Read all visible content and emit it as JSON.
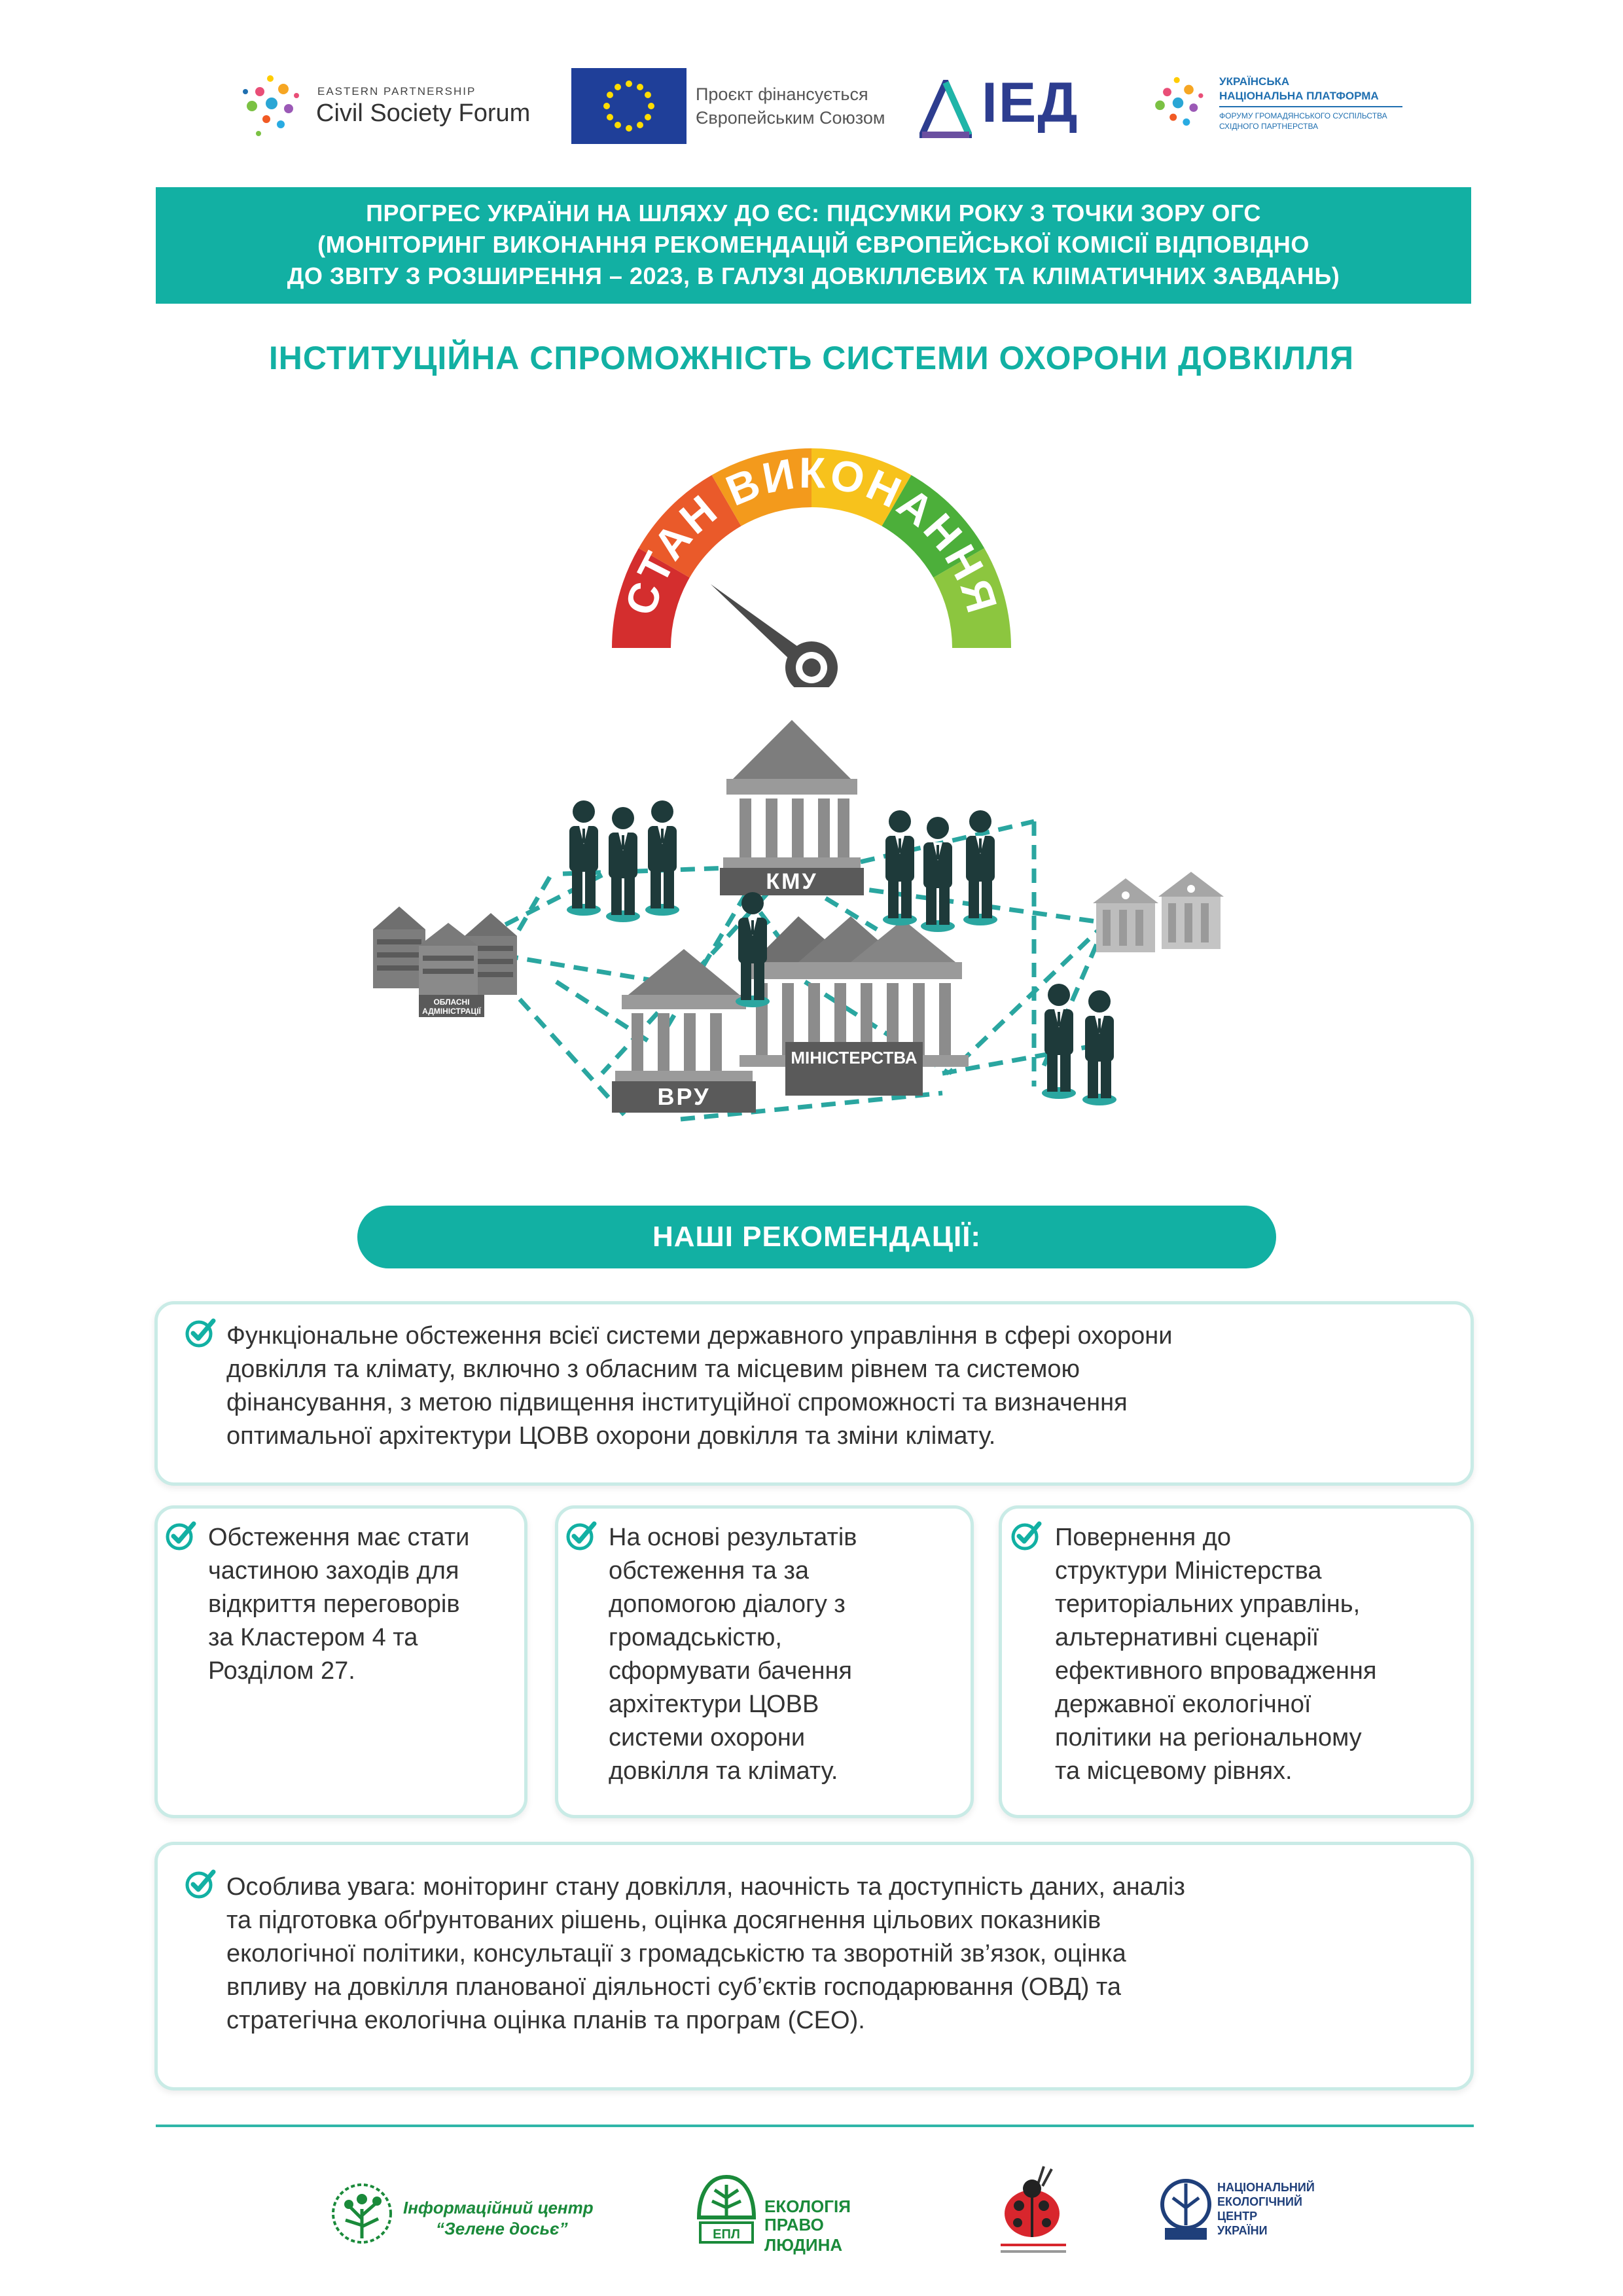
{
  "logos": {
    "csf_small": "EASTERN PARTNERSHIP",
    "csf_big": "Civil Society Forum",
    "eu_line1": "Проєкт фінансується",
    "eu_line2": "Європейським Союзом",
    "ied": "ІЕД",
    "unp_line1": "УКРАЇНСЬКА",
    "unp_line2": "НАЦІОНАЛЬНА ПЛАТФОРМА",
    "unp_line3": "ФОРУМУ ГРОМАДЯНСЬКОГО СУСПІЛЬСТВА",
    "unp_line4": "СХІДНОГО ПАРТНЕРСТВА"
  },
  "header": {
    "line1": "ПРОГРЕС УКРАЇНИ НА ШЛЯХУ ДО ЄС: ПІДСУМКИ РОКУ З ТОЧКИ ЗОРУ ОГС",
    "line2": "(МОНІТОРИНГ ВИКОНАННЯ РЕКОМЕНДАЦІЙ ЄВРОПЕЙСЬКОЇ КОМІСІЇ ВІДПОВІДНО",
    "line3": "ДО ЗВІТУ З РОЗШИРЕННЯ – 2023, В ГАЛУЗІ ДОВКІЛЛЄВИХ ТА КЛІМАТИЧНИХ ЗАВДАНЬ)"
  },
  "section_title": "ІНСТИТУЦІЙНА СПРОМОЖНІСТЬ СИСТЕМИ ОХОРОНИ ДОВКІЛЛЯ",
  "gauge": {
    "label": "СТАН ВИКОНАННЯ",
    "level_fraction": 0.22,
    "colors": [
      "#d42e2e",
      "#ea5a2a",
      "#f39a1c",
      "#f7c21c",
      "#4caf3a",
      "#8cc63f"
    ]
  },
  "diagram": {
    "kmu": "КМУ",
    "vru": "ВРУ",
    "ministries": "МІНІСТЕРСТВА",
    "oblast_line1": "ОБЛАСНІ",
    "oblast_line2": "АДМІНІСТРАЦІЇ"
  },
  "recommendations": {
    "title": "НАШІ РЕКОМЕНДАЦІЇ:",
    "card1": [
      "Функціональне обстеження всієї системи державного управління в сфері охорони",
      "довкілля та клімату, включно з обласним та місцевим рівнем та системою",
      "фінансування, з метою підвищення інституційної спроможності та визначення",
      "оптимальної архітектури ЦОВВ охорони довкілля та зміни клімату."
    ],
    "card2": [
      "Обстеження має стати",
      "частиною заходів для",
      "відкриття переговорів",
      "за Кластером 4 та",
      "Розділом 27."
    ],
    "card3": [
      "На основі результатів",
      "обстеження та за",
      "допомогою діалогу з",
      "громадськістю,",
      "сформувати бачення",
      "архітектури ЦОВВ",
      "системи охорони",
      "довкілля та клімату."
    ],
    "card4": [
      "Повернення до",
      "структури Міністерства",
      "територіальних управлінь,",
      "альтернативні сценарії",
      "ефективного впровадження",
      "державної екологічної",
      "політики на регіональному",
      "та місцевому рівнях."
    ],
    "card5": [
      "Особлива увага: моніторинг стану довкілля, наочність та доступність даних, аналіз",
      "та підготовка обґрунтованих рішень, оцінка досягнення цільових показників",
      "екологічної політики, консультації з громадськістю та зворотній зв’язок, оцінка",
      "впливу на довкілля планованої діяльності суб’єктів господарювання (ОВД) та",
      "стратегічна екологічна оцінка планів та програм (СЕО)."
    ]
  },
  "footer": {
    "zd_line1": "Інформаційний центр",
    "zd_line2": "“Зелене досьє”",
    "epl_line1": "ЕКОЛОГІЯ",
    "epl_line2": "ПРАВО ЛЮДИНА",
    "epl_abbr": "ЕПЛ",
    "nec_line1": "НАЦІОНАЛЬНИЙ",
    "nec_line2": "ЕКОЛОГІЧНИЙ",
    "nec_line3": "ЦЕНТР",
    "nec_line4": "УКРАЇНИ"
  }
}
